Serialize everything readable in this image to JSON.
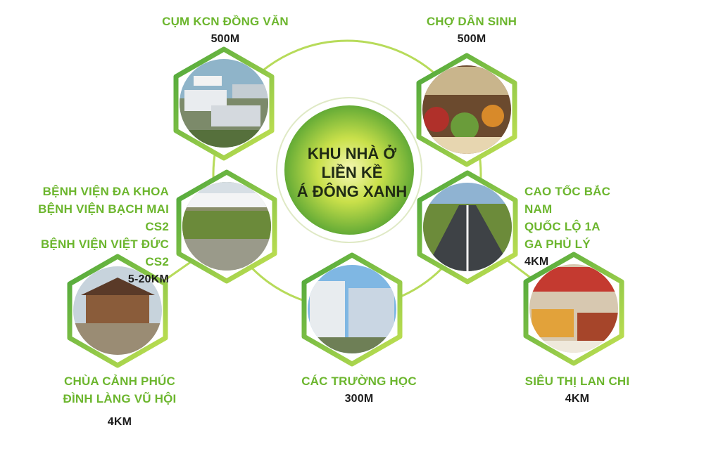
{
  "center": {
    "line1": "KHU NHÀ Ở",
    "line2": "LIỀN KỀ",
    "line3": "Á ĐÔNG XANH"
  },
  "locations": {
    "industrial": {
      "name": "CỤM KCN ĐỒNG VĂN",
      "distance": "500M",
      "icon": "industrial-park-photo"
    },
    "market": {
      "name": "CHỢ DÂN SINH",
      "distance": "500M",
      "icon": "market-photo"
    },
    "hospital": {
      "line1": "BỆNH VIỆN ĐA KHOA",
      "line2": "BỆNH VIỆN BẠCH MAI CS2",
      "line3": "BỆNH VIỆN VIỆT ĐỨC CS2",
      "distance": "5-20KM",
      "icon": "hospital-photo"
    },
    "highway": {
      "line1": "CAO TỐC BẮC NAM",
      "line2": "QUỐC LỘ 1A",
      "line3": "GA PHỦ LÝ",
      "distance": "4KM",
      "icon": "highway-photo"
    },
    "pagoda": {
      "line1": "CHÙA CẢNH PHÚC",
      "line2": "ĐÌNH LÀNG VŨ HỘI",
      "distance": "4KM",
      "icon": "pagoda-photo"
    },
    "school": {
      "name": "CÁC TRƯỜNG HỌC",
      "distance": "300M",
      "icon": "school-photo"
    },
    "supermarket": {
      "name": "SIÊU THỊ LAN CHI",
      "distance": "4KM",
      "icon": "supermarket-photo"
    }
  },
  "colors": {
    "accent_green": "#6cb62e",
    "lime": "#c8e63a",
    "ring": "#b9dc57"
  }
}
